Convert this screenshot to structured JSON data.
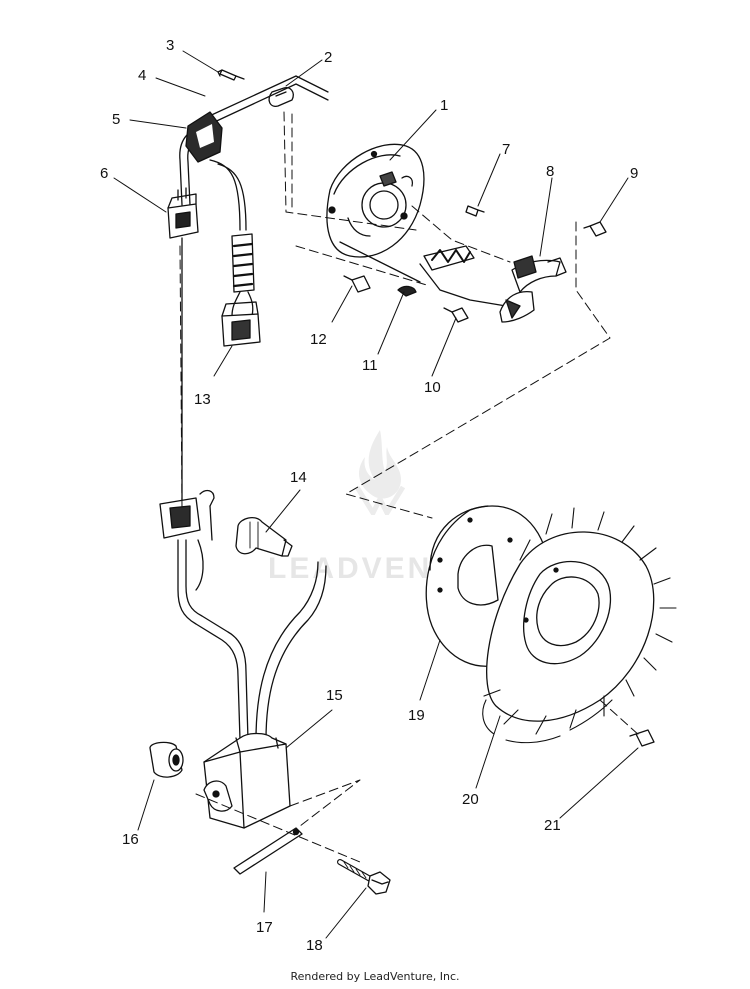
{
  "diagram": {
    "callouts": [
      "1",
      "2",
      "3",
      "4",
      "5",
      "6",
      "7",
      "8",
      "9",
      "10",
      "11",
      "12",
      "13",
      "14",
      "15",
      "16",
      "17",
      "18",
      "19",
      "20",
      "21"
    ]
  },
  "watermark": {
    "text": "LEADVENTURE"
  },
  "footer": {
    "text": "Rendered by LeadVenture, Inc."
  }
}
